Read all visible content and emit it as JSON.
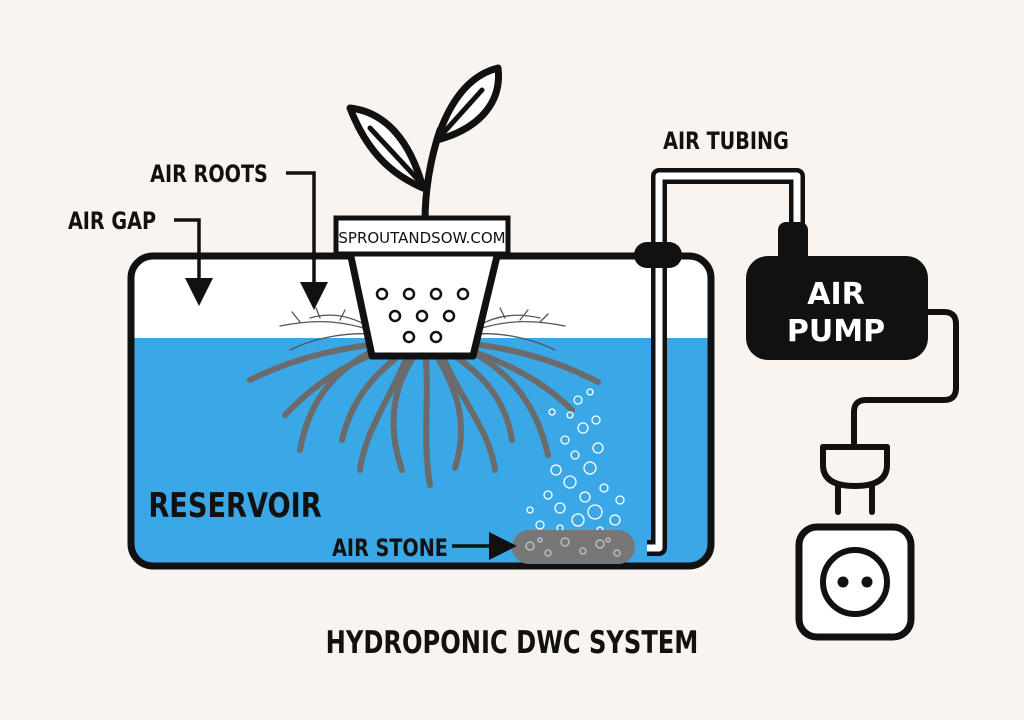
{
  "diagram": {
    "title": "HYDROPONIC DWC SYSTEM",
    "pot_brand": "SPROUTANDSOW.COM",
    "labels": {
      "air_gap": "AIR GAP",
      "air_roots": "AIR ROOTS",
      "air_tubing": "AIR TUBING",
      "reservoir": "RESERVOIR",
      "air_stone": "AIR STONE",
      "air_pump_line1": "AIR",
      "air_pump_line2": "PUMP"
    }
  },
  "colors": {
    "background": "#f9f4ef",
    "water": "#3aa7e6",
    "outline": "#111111",
    "roots": "#6b6b6b",
    "air_stone": "#777777",
    "bubbles": "#ffffff"
  },
  "icons": [
    "plant-icon",
    "plug-icon",
    "outlet-icon"
  ]
}
